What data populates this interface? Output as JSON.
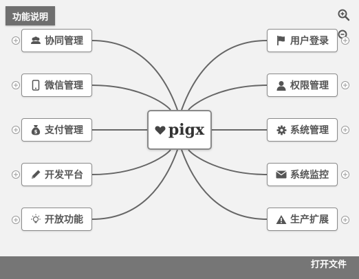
{
  "header": {
    "badge_label": "功能说明"
  },
  "toolbar": {
    "zoom_in_icon": "zoom-in-icon",
    "zoom_out_icon": "zoom-out-icon"
  },
  "mindmap": {
    "root": {
      "label": "pigx",
      "icon": "heart-icon"
    },
    "left_nodes": [
      {
        "label": "协同管理",
        "icon": "users-icon"
      },
      {
        "label": "微信管理",
        "icon": "mobile-icon"
      },
      {
        "label": "支付管理",
        "icon": "money-bag-icon"
      },
      {
        "label": "开发平台",
        "icon": "pencil-icon"
      },
      {
        "label": "开放功能",
        "icon": "lightbulb-icon"
      }
    ],
    "right_nodes": [
      {
        "label": "用户登录",
        "icon": "flag-icon"
      },
      {
        "label": "权限管理",
        "icon": "user-icon"
      },
      {
        "label": "系统管理",
        "icon": "gear-icon"
      },
      {
        "label": "系统监控",
        "icon": "envelope-icon"
      },
      {
        "label": "生产扩展",
        "icon": "warning-icon"
      }
    ]
  },
  "colors": {
    "line": "#666666",
    "footer": "#767676",
    "badge": "#6f6f6f",
    "text": "#555555"
  },
  "footer": {
    "open_file_label": "打开文件"
  }
}
